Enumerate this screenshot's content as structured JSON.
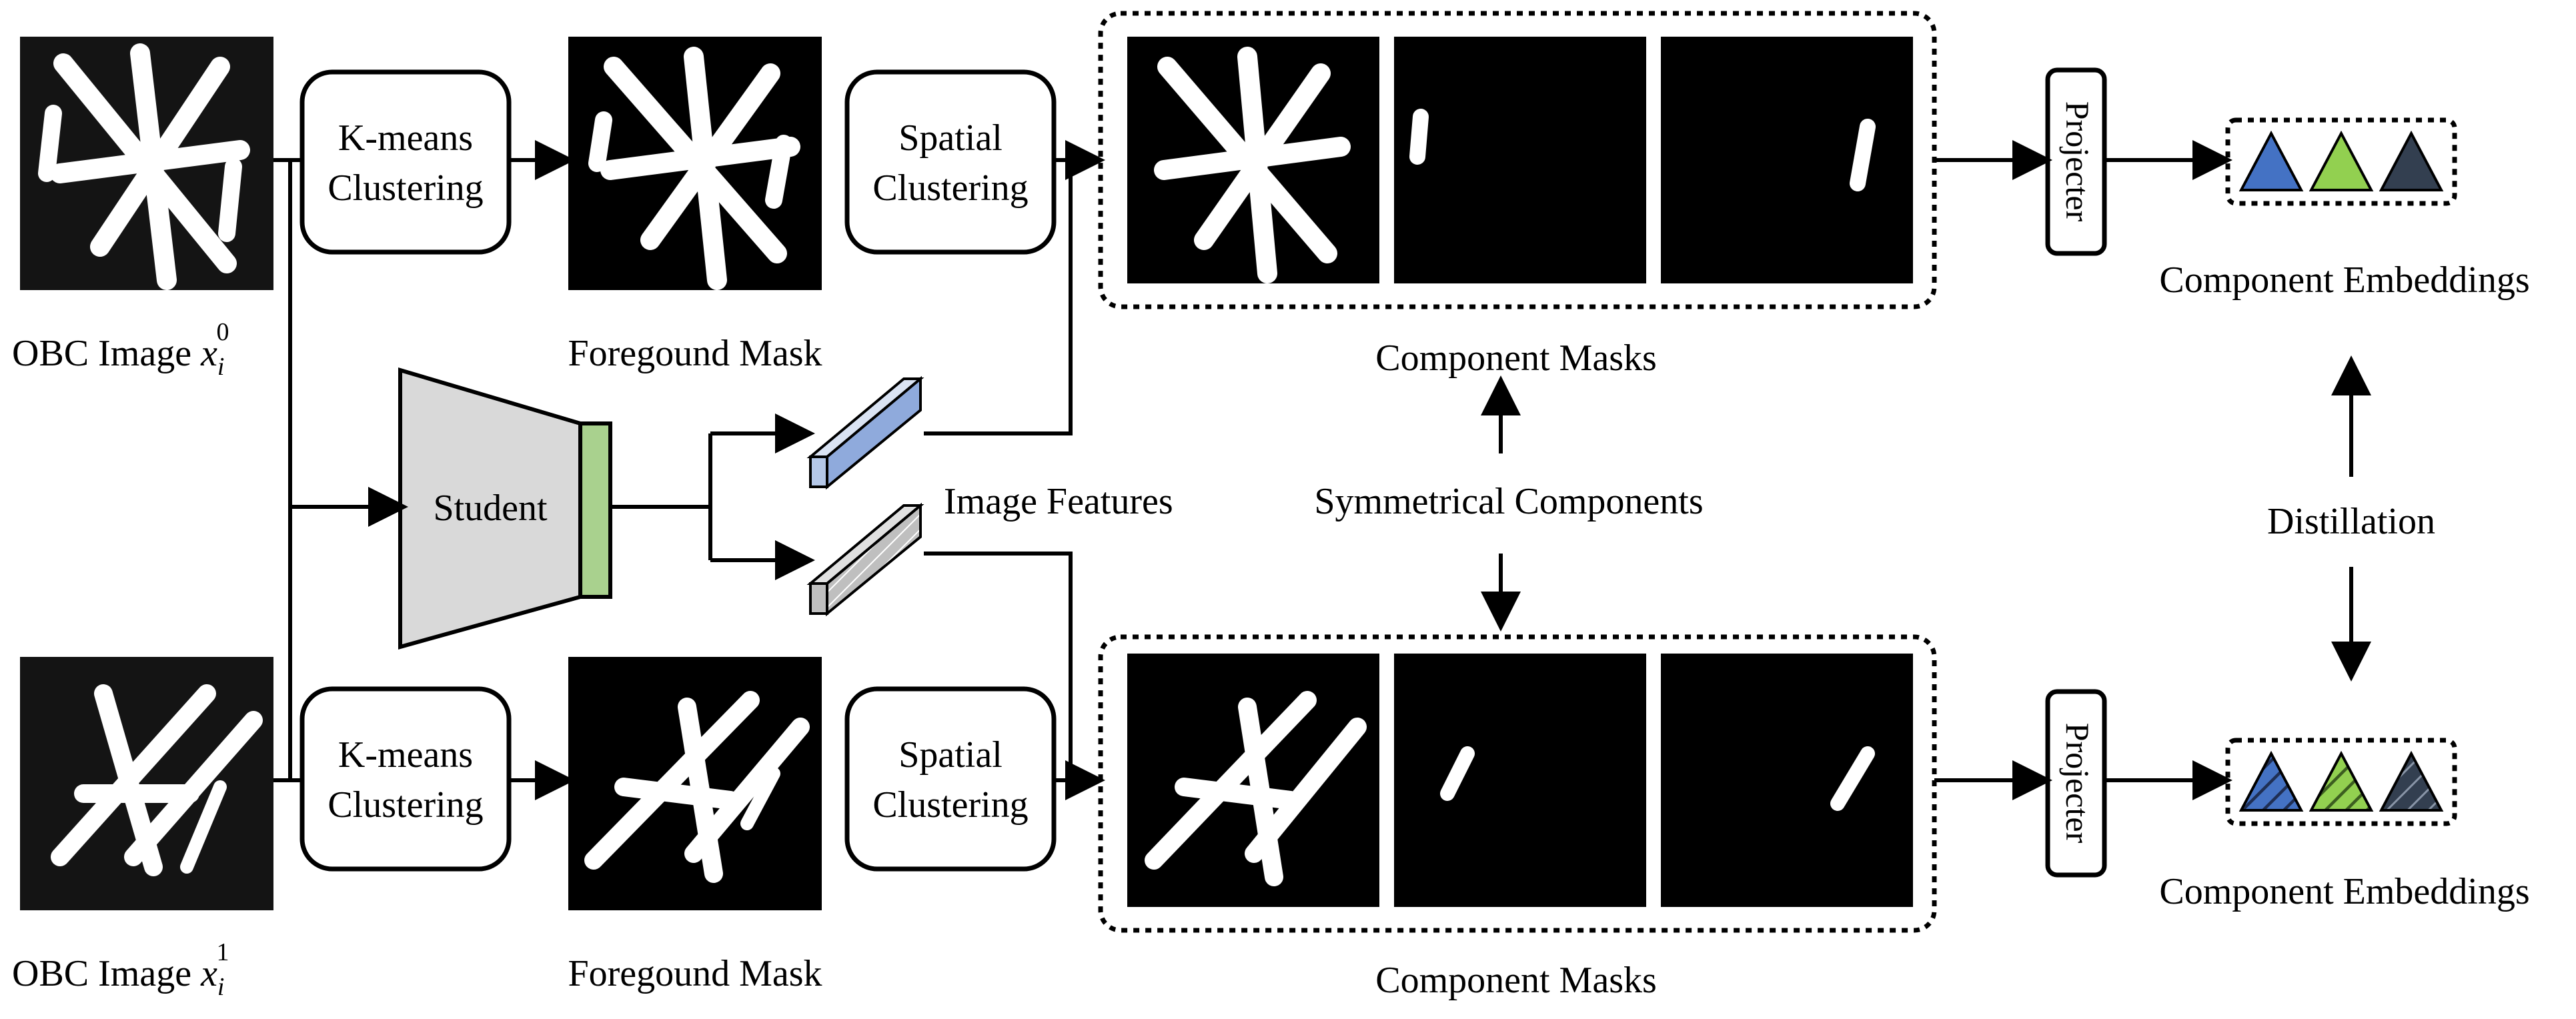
{
  "labels": {
    "kmeans_line1": "K-means",
    "kmeans_line2": "Clustering",
    "spatial_line1": "Spatial",
    "spatial_line2": "Clustering",
    "projector": "Projecter",
    "student": "Student",
    "image_features": "Image Features",
    "symmetrical_components": "Symmetrical Components",
    "distillation": "Distillation",
    "component_masks": "Component Masks",
    "component_embeddings": "Component Embeddings",
    "foreground_mask": "Foregound Mask",
    "obc_image_prefix": "OBC Image",
    "obc_var": "x",
    "obc_sub": "i",
    "obc_sup_top": "0",
    "obc_sup_bottom": "1"
  },
  "colors": {
    "student_body": "#d9d9d9",
    "student_head": "#a9d18e",
    "feature_top": "#b4c7e7",
    "feature_bottom": "#bfbfbf",
    "embed_blue": "#4472c4",
    "embed_green": "#92d050",
    "embed_dark": "#333f50"
  }
}
